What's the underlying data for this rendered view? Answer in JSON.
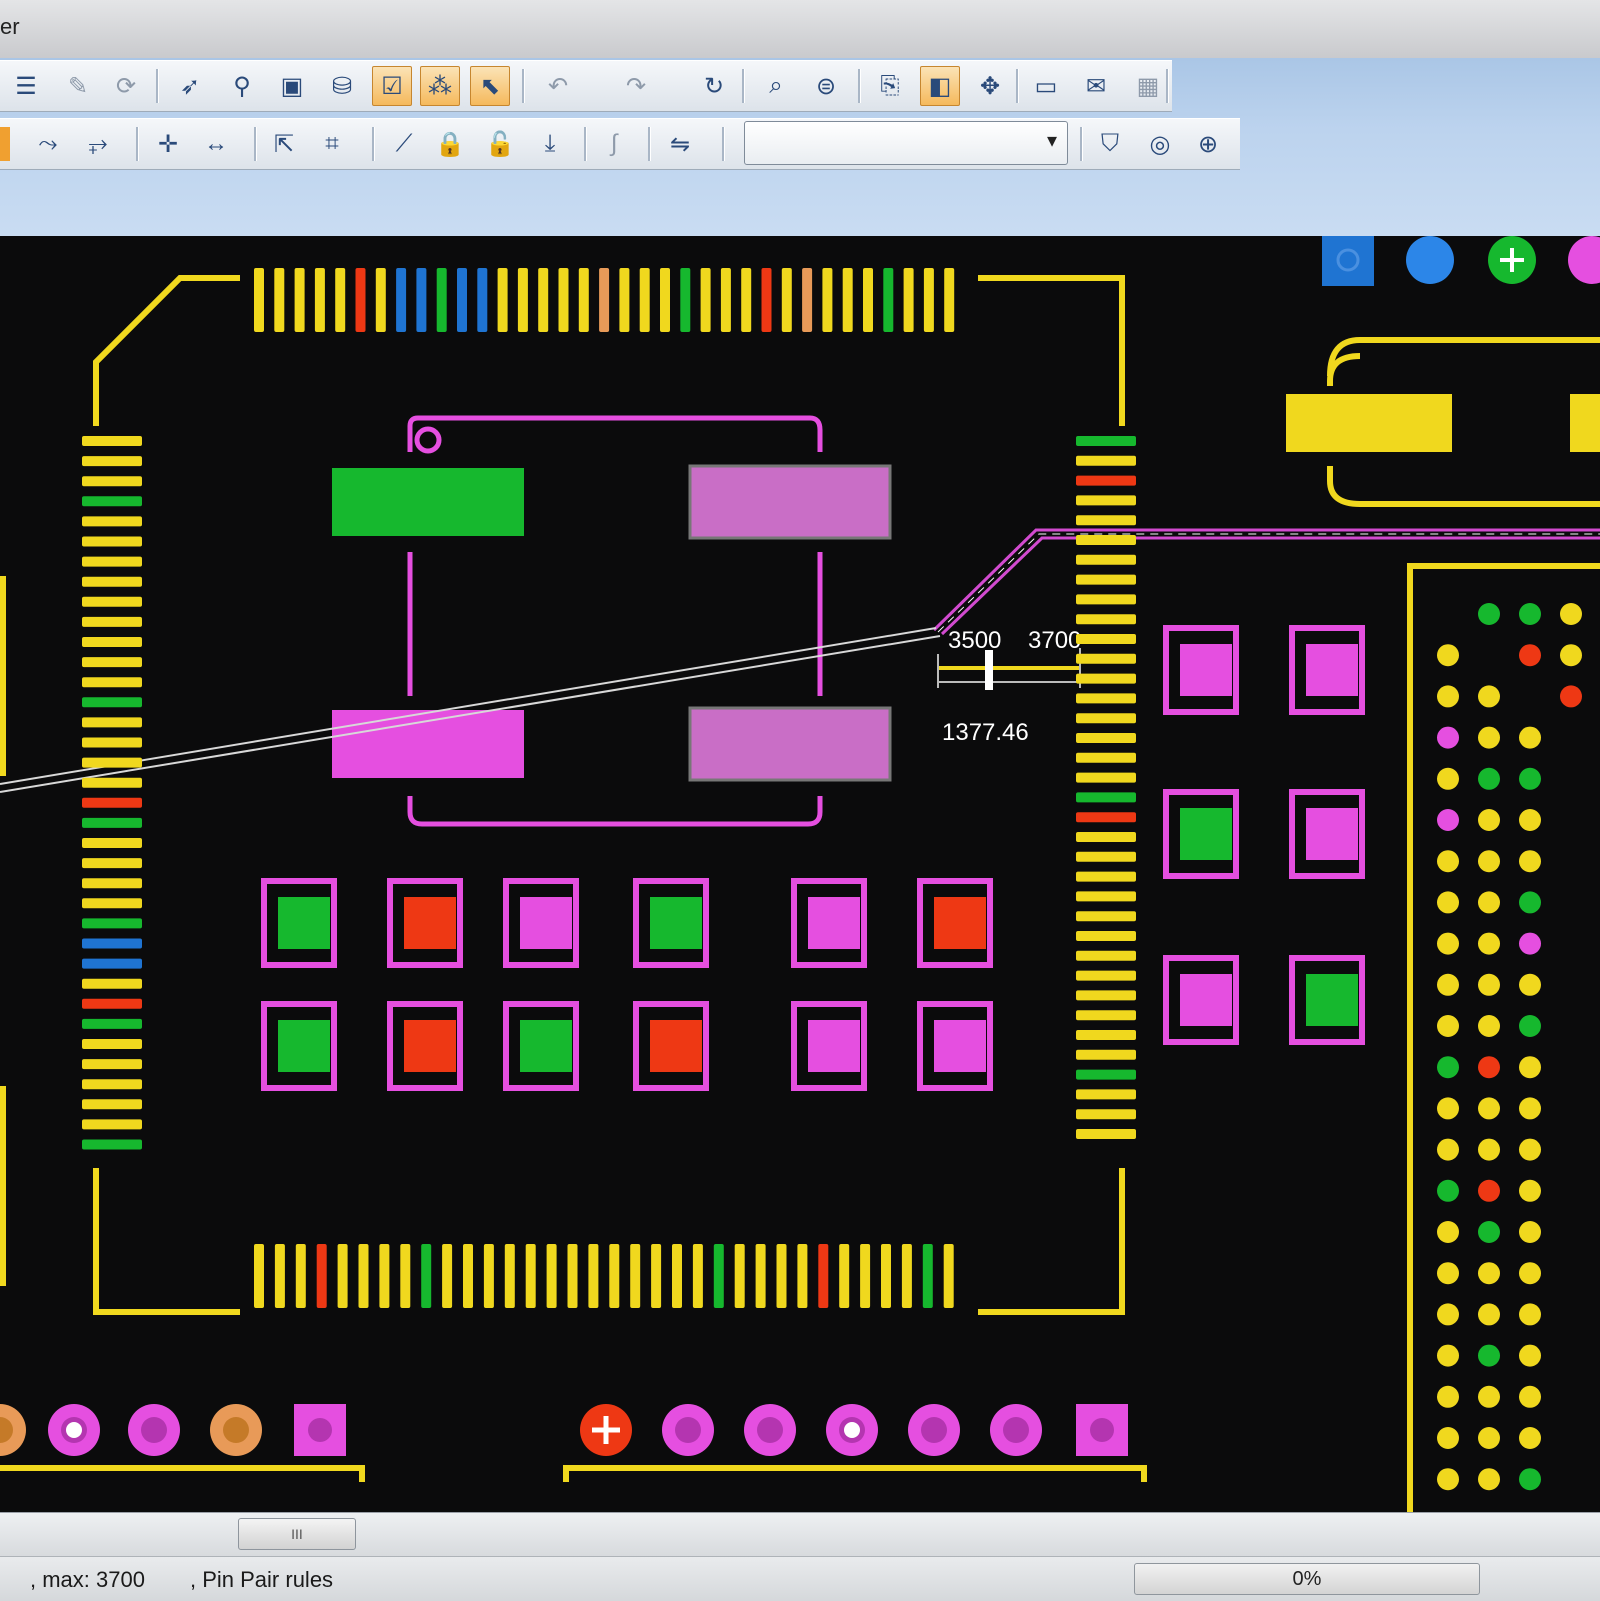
{
  "window": {
    "title": "er"
  },
  "toolbar1": [
    {
      "name": "netlist-icon",
      "glyph": "☰",
      "state": "normal"
    },
    {
      "name": "pin-tool-icon",
      "glyph": "✎",
      "state": "dim"
    },
    {
      "name": "refresh-icon",
      "glyph": "⟳",
      "state": "dim"
    },
    {
      "name": "select-filter-icon",
      "glyph": "➶",
      "state": "normal"
    },
    {
      "name": "drc-filter-icon",
      "glyph": "⚲",
      "state": "normal"
    },
    {
      "name": "component-icon",
      "glyph": "▣",
      "state": "normal"
    },
    {
      "name": "route-mode-icon",
      "glyph": "⛁",
      "state": "normal"
    },
    {
      "name": "check-online-icon",
      "glyph": "☑",
      "state": "active"
    },
    {
      "name": "highlight-pins-icon",
      "glyph": "⁂",
      "state": "active"
    },
    {
      "name": "select-nets-icon",
      "glyph": "⬉",
      "state": "active"
    },
    {
      "name": "undo-icon",
      "glyph": "↶",
      "state": "dim"
    },
    {
      "name": "redo-icon",
      "glyph": "↷",
      "state": "dim"
    },
    {
      "name": "repeat-icon",
      "glyph": "↻",
      "state": "normal"
    },
    {
      "name": "zoom-icon",
      "glyph": "⌕",
      "state": "normal"
    },
    {
      "name": "zoom-window-icon",
      "glyph": "⊜",
      "state": "normal"
    },
    {
      "name": "properties-icon",
      "glyph": "⎘",
      "state": "normal"
    },
    {
      "name": "view-panel-icon",
      "glyph": "◧",
      "state": "active"
    },
    {
      "name": "pan-icon",
      "glyph": "✥",
      "state": "normal"
    },
    {
      "name": "window-icon",
      "glyph": "▭",
      "state": "normal"
    },
    {
      "name": "messages-icon",
      "glyph": "✉",
      "state": "normal"
    },
    {
      "name": "report-icon",
      "glyph": "▦",
      "state": "dim"
    }
  ],
  "toolbar2": [
    {
      "name": "route-add-icon",
      "glyph": "⤳",
      "state": "normal"
    },
    {
      "name": "route-dynamic-icon",
      "glyph": "⥅",
      "state": "normal"
    },
    {
      "name": "move-icon",
      "glyph": "✛",
      "state": "normal"
    },
    {
      "name": "stretch-icon",
      "glyph": "↔",
      "state": "normal"
    },
    {
      "name": "select-corner-icon",
      "glyph": "⇱",
      "state": "normal"
    },
    {
      "name": "rectangle-select-icon",
      "glyph": "⌗",
      "state": "normal"
    },
    {
      "name": "add-trace-icon",
      "glyph": "⟋",
      "state": "normal"
    },
    {
      "name": "lock-icon",
      "glyph": "🔒",
      "state": "normal"
    },
    {
      "name": "unlock-icon",
      "glyph": "🔓",
      "state": "normal"
    },
    {
      "name": "push-down-icon",
      "glyph": "⤓",
      "state": "normal"
    },
    {
      "name": "arc-icon",
      "glyph": "∫",
      "state": "dim"
    },
    {
      "name": "swap-icon",
      "glyph": "⇋",
      "state": "normal"
    },
    {
      "name": "layer-down-icon",
      "glyph": "⛉",
      "state": "normal"
    },
    {
      "name": "via-icon",
      "glyph": "◎",
      "state": "normal"
    },
    {
      "name": "via-add-icon",
      "glyph": "⊕",
      "state": "normal"
    }
  ],
  "layer_combo": {
    "value": ""
  },
  "measurement": {
    "min": "3500",
    "max": "3700",
    "length": "1377.46"
  },
  "scrollbar": {
    "thumb_label": "III"
  },
  "status": {
    "constraint": ", max: 3700",
    "rules": ", Pin Pair rules",
    "progress": "0%"
  },
  "colors": {
    "yellow": "#f0d81e",
    "green": "#16b82e",
    "red": "#ee3814",
    "blue": "#1f74d2",
    "magenta": "#e54fe0",
    "orange": "#e89a58",
    "pinkpad": "#c96ec6",
    "trace": "#d24ad0"
  }
}
